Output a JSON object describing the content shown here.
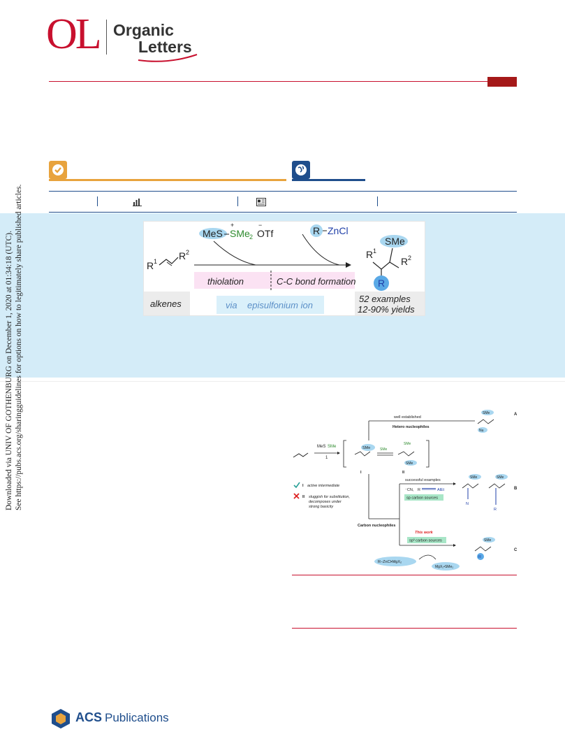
{
  "journal": {
    "logo_letters": "OL",
    "name_line1": "Organic",
    "name_line2": "Letters"
  },
  "colors": {
    "journal_red": "#c8102e",
    "acs_blue": "#1f4e8c",
    "open_access_orange": "#e8a33d",
    "toc_background": "#d4ecf8"
  },
  "access_icons": {
    "left": "checkmark-badge-icon",
    "right": "globe-icon"
  },
  "metrics_icons": [
    "bar-chart-icon",
    "article-icon"
  ],
  "side_note": {
    "line1": "Downloaded via UNIV OF GOTHENBURG on December 1, 2020 at 01:34:18 (UTC).",
    "line2": "See https://pubs.acs.org/sharingguidelines for options on how to legitimately share published articles."
  },
  "toc_graphic": {
    "reagent_left": "MeS",
    "reagent_sulfonium": "SMe",
    "reagent_sub": "2",
    "reagent_charge_plus": "+",
    "counterion": "OTf",
    "counterion_charge": "−",
    "reagent_right_r": "R",
    "reagent_right_zn": "ZnCl",
    "substrate_r1": "R",
    "substrate_r1_sup": "1",
    "substrate_r2": "R",
    "substrate_r2_sup": "2",
    "product_sme": "SMe",
    "product_r": "R",
    "step1": "thiolation",
    "step2": "C-C bond formation",
    "substrate_label": "alkenes",
    "via_word": "via",
    "intermediate": "episulfonium ion",
    "examples": "52 examples",
    "yields": "12-90% yields"
  },
  "scheme": {
    "well_established": "well established",
    "hetero_nucleophiles": "Hetero nucleophiles",
    "label_a": "A",
    "label_b": "B",
    "label_c": "C",
    "reagent_mes": "MeS",
    "reagent_sme2": "SMe",
    "reagent_num": "1",
    "nu": "Nu",
    "sme": "SMe",
    "sme2_arrow": "SMe",
    "int_i": "I",
    "int_ii": "II",
    "note1_label": "I",
    "note1_text": "active intermediate",
    "note2_label": "II",
    "note2_text_1": "sluggish for substitution,",
    "note2_text_2": "decomposes under",
    "note2_text_3": "strong basicity",
    "successful_examples": "successful examples",
    "sp_reagents_cn": "⁻CN,",
    "sp_reagents_r": "R",
    "sp_reagents_al": "AlEt",
    "sp_carbon_sources": "sp carbon sources",
    "carbon_nucleophiles": "Carbon nucleophiles",
    "this_work": "This work",
    "sp3_carbon_sources": "sp³ carbon sources",
    "zn_reagent": "R−ZnCl•MgX₂",
    "byproduct": "MgX₂•SMe₂",
    "n_label": "N",
    "r_label": "R"
  },
  "publisher": {
    "acs_word": "ACS",
    "publications_word": "Publications"
  }
}
